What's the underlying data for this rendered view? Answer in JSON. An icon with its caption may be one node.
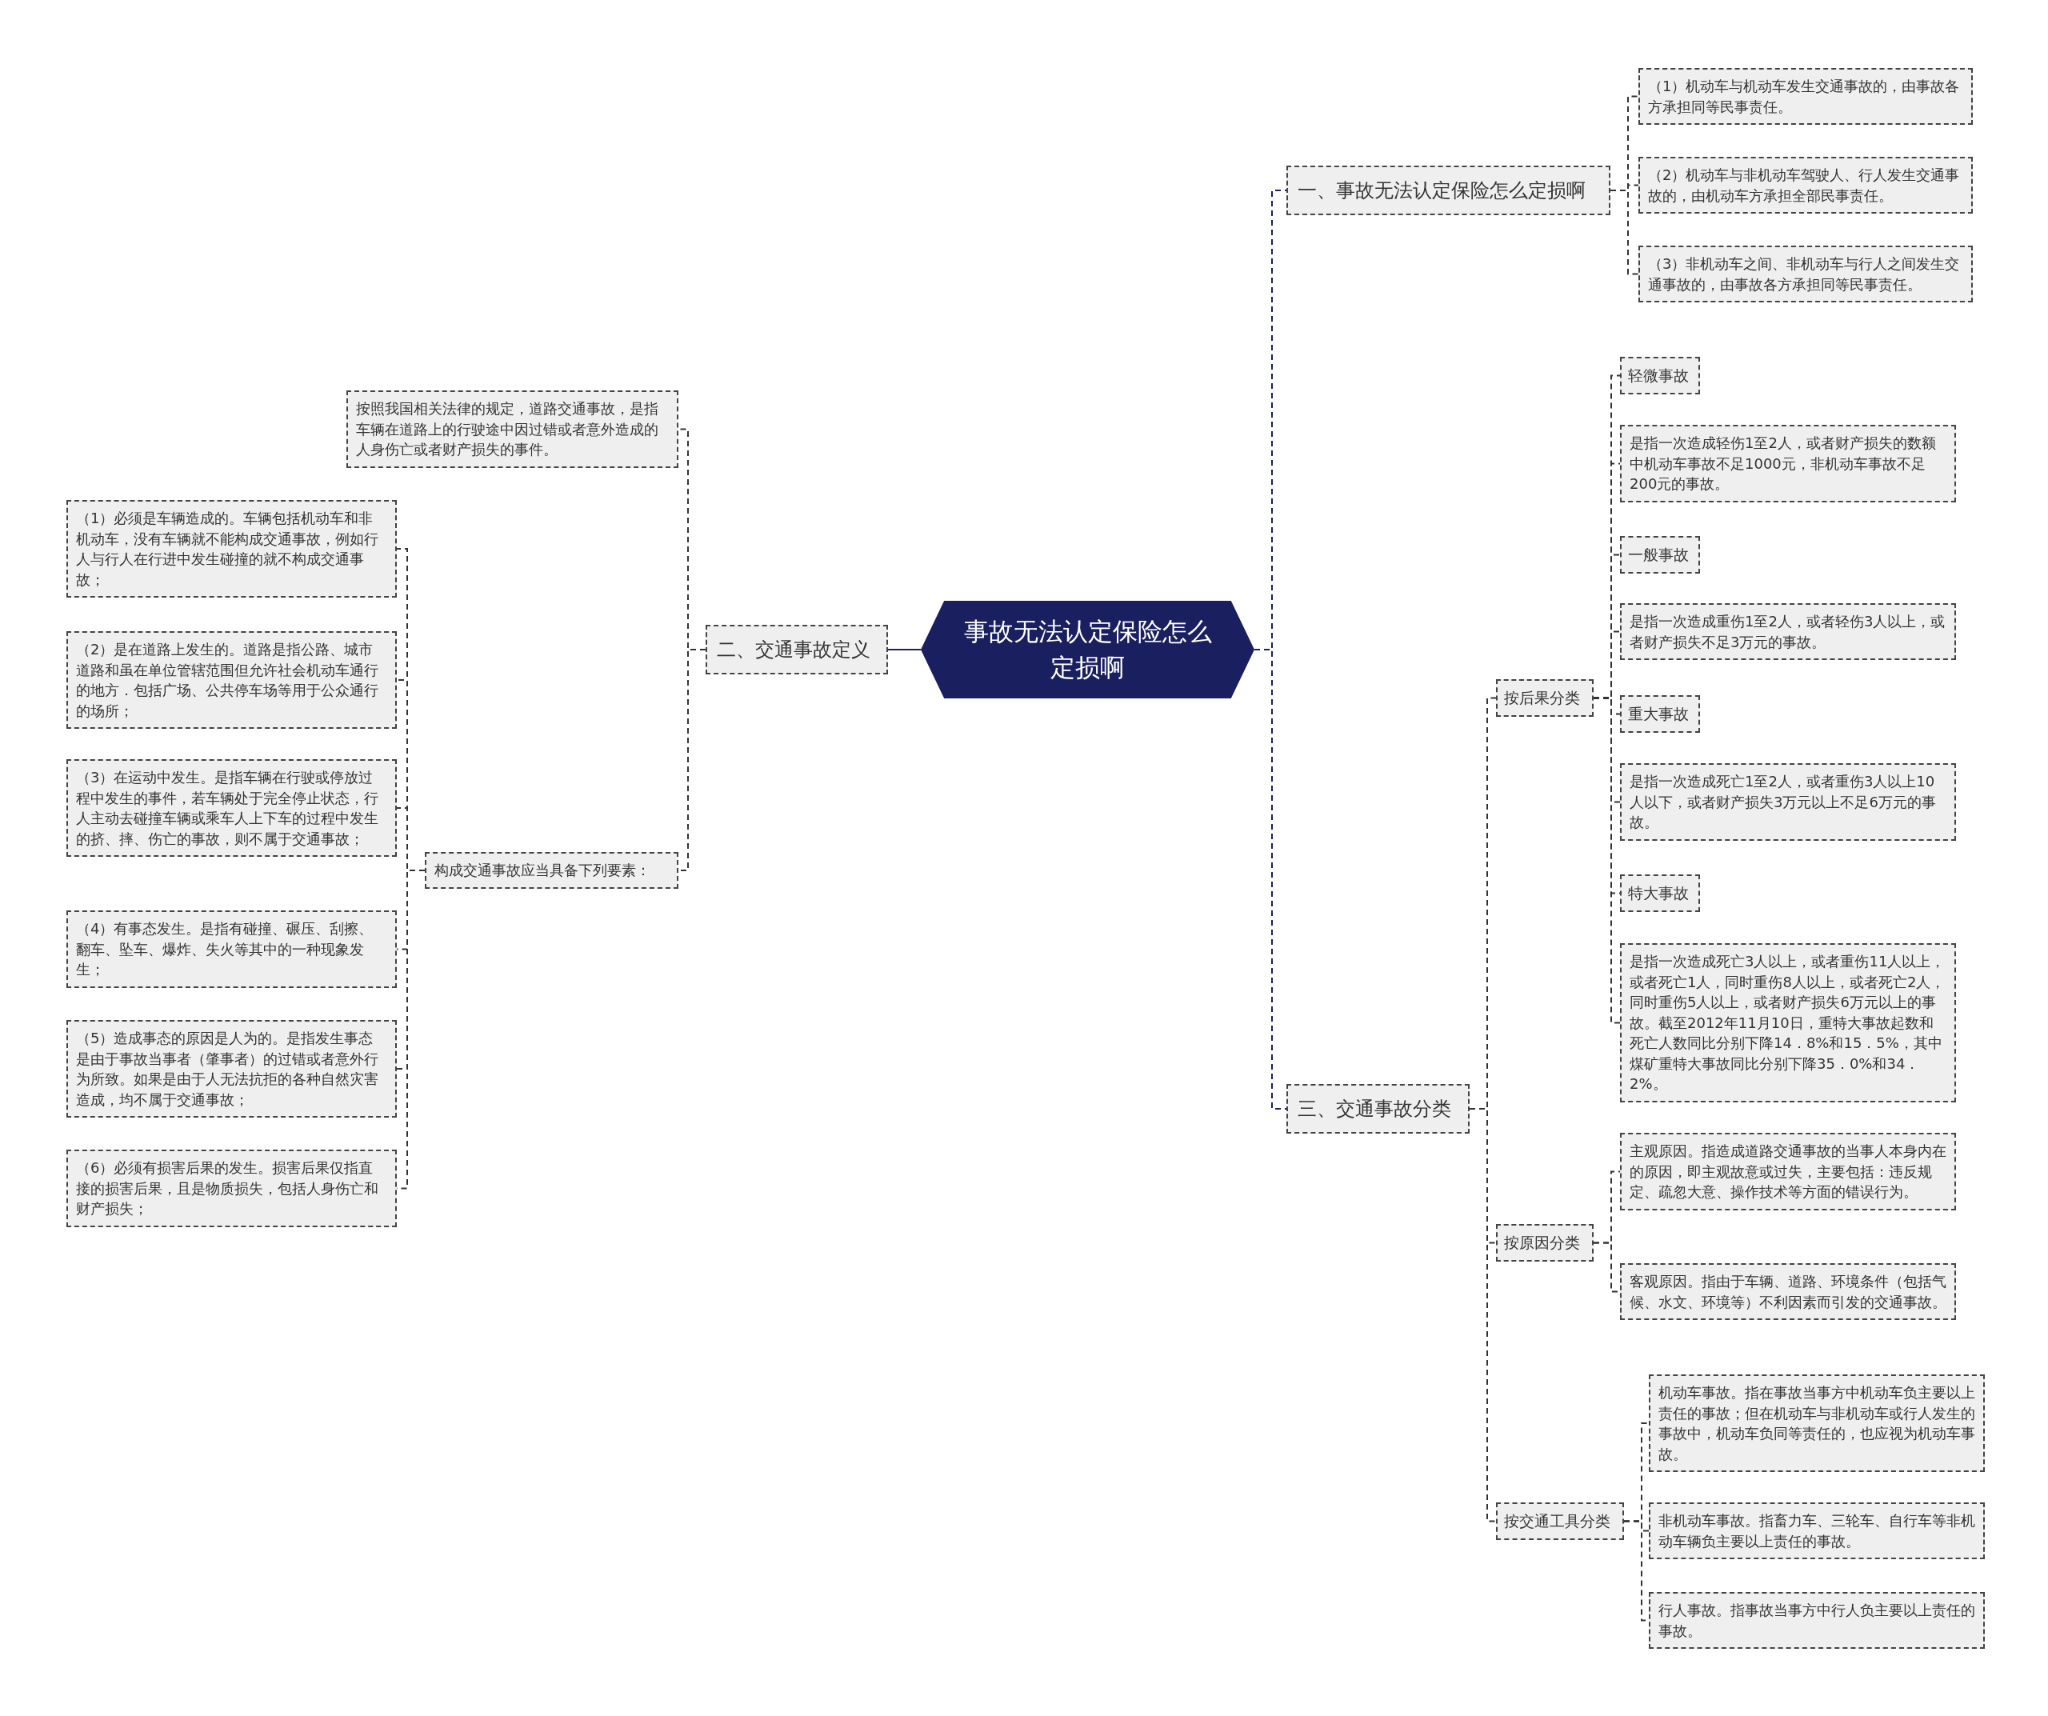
{
  "diagram": {
    "nodes": [
      {
        "text": [
          "事故无法认定保险怎么定损啊"
        ]
      },
      {
        "text": [
          "一、事故无法认定保险怎么定损啊"
        ]
      },
      {
        "text": [
          "（1）机动车与机动车发生交通事故的，由事故各方承担同等民事责任。"
        ]
      },
      {
        "text": [
          "（2）机动车与非机动车驾驶人、行人发生交通事故的，由机动车方承担全部民事责任。"
        ]
      },
      {
        "text": [
          "（3）非机动车之间、非机动车与行人之间发生交通事故的，由事故各方承担同等民事责任。"
        ]
      },
      {
        "text": [
          "二、交通事故定义"
        ]
      },
      {
        "text": [
          "按照我国相关法律的规定，道路交通事故，是指车辆在道路上的行驶途中因过错或者意外造成的人身伤亡或者财产损失的事件。"
        ]
      },
      {
        "text": [
          "构成交通事故应当具备下列要素："
        ]
      },
      {
        "text": [
          "（1）必须是车辆造成的。车辆包括机动车和非机动车，没有车辆就不能构成交通事故，例如行人与行人在行进中发生碰撞的就不构成交通事故；"
        ]
      },
      {
        "text": [
          "（2）是在道路上发生的。道路是指公路、城市道路和虽在单位管辖范围但允许社会机动车通行的地方．包括广场、公共停车场等用于公众通行的场所；"
        ]
      },
      {
        "text": [
          "（3）在运动中发生。是指车辆在行驶或停放过程中发生的事件，若车辆处于完全停止状态，行人主动去碰撞车辆或乘车人上下车的过程中发生的挤、摔、伤亡的事故，则不属于交通事故；"
        ]
      },
      {
        "text": [
          "（4）有事态发生。是指有碰撞、碾压、刮擦、翻车、坠车、爆炸、失火等其中的一种现象发生；"
        ]
      },
      {
        "text": [
          "（5）造成事态的原因是人为的。是指发生事态是由于事故当事者（肇事者）的过错或者意外行为所致。如果是由于人无法抗拒的各种自然灾害造成，均不属于交通事故；"
        ]
      },
      {
        "text": [
          "（6）必须有损害后果的发生。损害后果仅指直接的损害后果，且是物质损失，包括人身伤亡和财产损失；"
        ]
      },
      {
        "text": [
          "三、交通事故分类"
        ]
      },
      {
        "text": [
          "按后果分类"
        ]
      },
      {
        "text": [
          "轻微事故"
        ]
      },
      {
        "text": [
          "是指一次造成轻伤1至2人，或者财产损失的数额中机动车事故不足1000元，非机动车事故不足200元的事故。"
        ]
      },
      {
        "text": [
          "一般事故"
        ]
      },
      {
        "text": [
          "是指一次造成重伤1至2人，或者轻伤3人以上，或者财产损失不足3万元的事故。"
        ]
      },
      {
        "text": [
          "重大事故"
        ]
      },
      {
        "text": [
          "是指一次造成死亡1至2人，或者重伤3人以上10人以下，或者财产损失3万元以上不足6万元的事故。"
        ]
      },
      {
        "text": [
          "特大事故"
        ]
      },
      {
        "text": [
          "是指一次造成死亡3人以上，或者重伤11人以上，或者死亡1人，同时重伤8人以上，或者死亡2人，同时重伤5人以上，或者财产损失6万元以上的事故。截至2012年11月10日，重特大事故起数和死亡人数同比分别下降14．8%和15．5%，其中煤矿重特大事故同比分别下降35．0%和34．2%。"
        ]
      },
      {
        "text": [
          "按原因分类"
        ]
      },
      {
        "text": [
          "主观原因。指造成道路交通事故的当事人本身内在的原因，即主观故意或过失，主要包括：违反规定、疏忽大意、操作技术等方面的错误行为。"
        ]
      },
      {
        "text": [
          "客观原因。指由于车辆、道路、环境条件（包括气候、水文、环境等）不利因素而引发的交通事故。"
        ]
      },
      {
        "text": [
          "按交通工具分类"
        ]
      },
      {
        "text": [
          "机动车事故。指在事故当事方中机动车负主要以上责任的事故；但在机动车与非机动车或行人发生的事故中，机动车负同等责任的，也应视为机动车事故。"
        ]
      },
      {
        "text": [
          "非机动车事故。指畜力车、三轮车、自行车等非机动车辆负主要以上责任的事故。"
        ]
      },
      {
        "text": [
          "行人事故。指事故当事方中行人负主要以上责任的事故。"
        ]
      }
    ],
    "edges": [
      {
        "from": 0,
        "to": 1,
        "arrow": "none",
        "style": "dashed",
        "color": "#1b2060"
      },
      {
        "from": 1,
        "to": 2,
        "arrow": "none",
        "style": "dashed"
      },
      {
        "from": 1,
        "to": 3,
        "arrow": "none",
        "style": "dashed"
      },
      {
        "from": 1,
        "to": 4,
        "arrow": "none",
        "style": "dashed"
      },
      {
        "from": 0,
        "to": 5,
        "arrow": "none",
        "color": "#1b2060"
      },
      {
        "from": 5,
        "to": 6,
        "arrow": "none",
        "style": "dashed"
      },
      {
        "from": 5,
        "to": 7,
        "arrow": "none",
        "style": "dashed"
      },
      {
        "from": 7,
        "to": 8,
        "arrow": "none",
        "style": "dashed"
      },
      {
        "from": 7,
        "to": 9,
        "arrow": "none",
        "style": "dashed"
      },
      {
        "from": 7,
        "to": 10,
        "arrow": "none",
        "style": "dashed"
      },
      {
        "from": 7,
        "to": 11,
        "arrow": "none",
        "style": "dashed"
      },
      {
        "from": 7,
        "to": 12,
        "arrow": "none",
        "style": "dashed"
      },
      {
        "from": 7,
        "to": 13,
        "arrow": "none",
        "style": "dashed"
      },
      {
        "from": 0,
        "to": 14,
        "arrow": "none",
        "style": "dashed",
        "color": "#1b2060"
      },
      {
        "from": 14,
        "to": 15,
        "arrow": "none",
        "style": "dashed"
      },
      {
        "from": 15,
        "to": 16,
        "arrow": "none",
        "style": "dashed"
      },
      {
        "from": 15,
        "to": 17,
        "arrow": "none",
        "style": "dashed"
      },
      {
        "from": 15,
        "to": 18,
        "arrow": "none",
        "style": "dashed"
      },
      {
        "from": 15,
        "to": 19,
        "arrow": "none",
        "style": "dashed"
      },
      {
        "from": 15,
        "to": 20,
        "arrow": "none",
        "style": "dashed"
      },
      {
        "from": 15,
        "to": 21,
        "arrow": "none",
        "style": "dashed"
      },
      {
        "from": 15,
        "to": 22,
        "arrow": "none",
        "style": "dashed"
      },
      {
        "from": 15,
        "to": 23,
        "arrow": "none",
        "style": "dashed"
      },
      {
        "from": 14,
        "to": 24,
        "arrow": "none",
        "style": "dashed"
      },
      {
        "from": 24,
        "to": 25,
        "arrow": "none",
        "style": "dashed"
      },
      {
        "from": 24,
        "to": 26,
        "arrow": "none",
        "style": "dashed"
      },
      {
        "from": 14,
        "to": 27,
        "arrow": "none",
        "style": "dashed"
      },
      {
        "from": 27,
        "to": 28,
        "arrow": "none",
        "style": "dashed"
      },
      {
        "from": 27,
        "to": 29,
        "arrow": "none",
        "style": "dashed"
      },
      {
        "from": 27,
        "to": 30,
        "arrow": "none",
        "style": "dashed"
      }
    ]
  }
}
